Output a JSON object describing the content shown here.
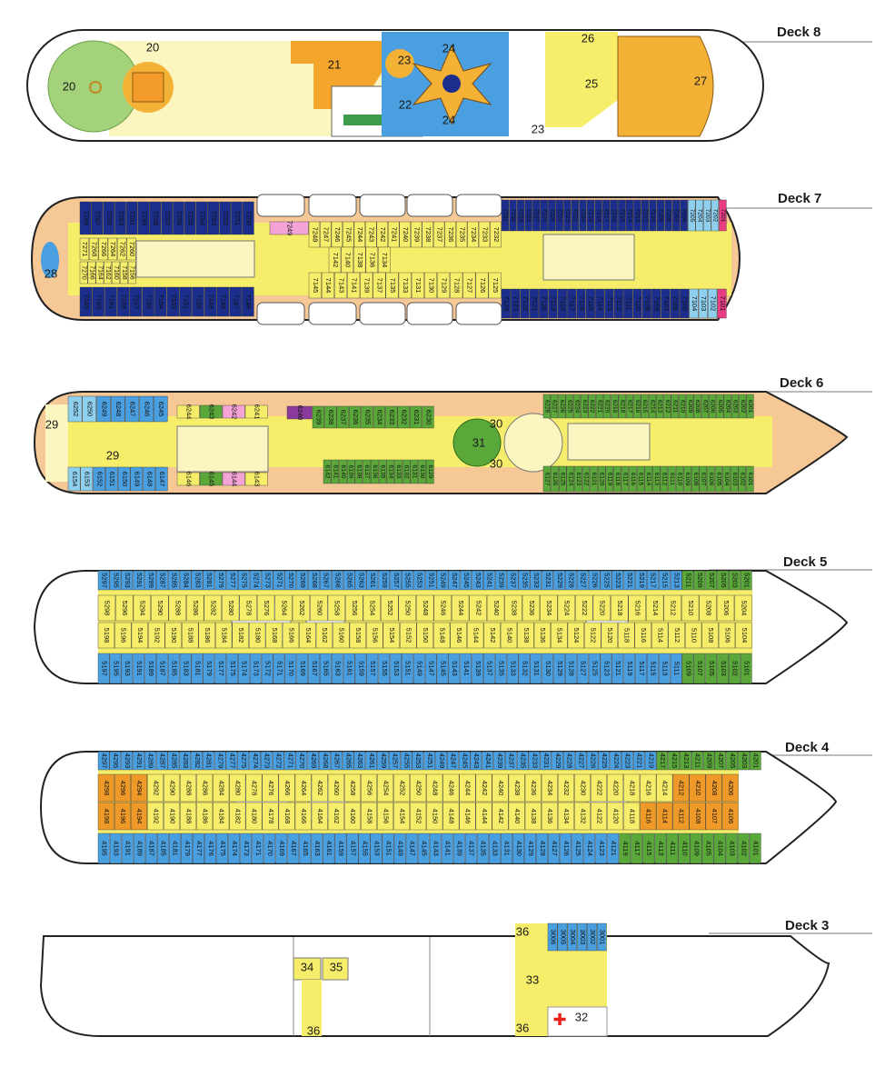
{
  "colors": {
    "yellow": "#f6ee6b",
    "blue": "#4a9fe0",
    "navy": "#1b2e8c",
    "green": "#5aa83a",
    "orange": "#ef9a28",
    "pink": "#f3a3d6",
    "magenta": "#e83c84",
    "lightblue": "#8fd0ef",
    "gold": "#f3b236",
    "grass": "#a3d27a",
    "sand": "#f6c896",
    "cream": "#fbf5c0",
    "purple": "#8a3b9c",
    "white": "#ffffff"
  },
  "decks": {
    "d8": {
      "title": "Deck 8",
      "areas": [
        "20",
        "20",
        "21",
        "22",
        "23",
        "23",
        "24",
        "24",
        "25",
        "26",
        "27"
      ]
    },
    "d7": {
      "title": "Deck 7",
      "area": "28",
      "topA": [
        "7269",
        "7267",
        "7265",
        "7263",
        "7261",
        "7259",
        "7258",
        "7257",
        "7256",
        "7255",
        "7254",
        "7253",
        "7252",
        "7251",
        "7250"
      ],
      "botA": [
        "7165",
        "7163",
        "7161",
        "7159",
        "7157",
        "7155",
        "7154",
        "7153",
        "7151",
        "7150",
        "7149",
        "7148",
        "7147",
        "7146"
      ],
      "innerTopA": [
        "7271",
        "7268",
        "7266",
        "7264",
        "7262",
        "7260"
      ],
      "innerBotA": [
        "7270",
        "7166",
        "7164",
        "7162",
        "7160",
        "7158",
        "7156"
      ],
      "special": "7249",
      "topB": [
        "7248",
        "7247",
        "7246",
        "7245",
        "7244",
        "7243",
        "7242",
        "7241",
        "7240",
        "7239",
        "7238",
        "7237",
        "7236",
        "7235",
        "7234",
        "7233",
        "7232"
      ],
      "innerB": [
        "7142",
        "7140",
        "7138",
        "7136",
        "7134"
      ],
      "botB": [
        "7145",
        "7144",
        "7143",
        "7141",
        "7139",
        "7137",
        "7135",
        "7133",
        "7131",
        "7130",
        "7129",
        "7128",
        "7127",
        "7126",
        "7125"
      ],
      "topC": [
        "7231",
        "7230",
        "7229",
        "7228",
        "7227",
        "7226",
        "7225",
        "7224",
        "7223",
        "7222",
        "7220",
        "7219",
        "7218",
        "7217",
        "7216",
        "7215",
        "7214",
        "7213",
        "7212",
        "7210",
        "7209",
        "7208",
        "7207",
        "7206",
        "7205",
        "7204",
        "7203",
        "7202",
        "7201"
      ],
      "botC": [
        "7124",
        "7123",
        "7122",
        "7121",
        "7120",
        "7119",
        "7118",
        "7117",
        "7116",
        "7115",
        "7114",
        "7113",
        "7112",
        "7111",
        "7110",
        "7109",
        "7108",
        "7107",
        "7106",
        "7105",
        "7104",
        "7103",
        "7102",
        "7101"
      ]
    },
    "d6": {
      "title": "Deck 6",
      "areas": [
        "29",
        "29",
        "30",
        "30",
        "31"
      ],
      "aftTop": [
        "6252",
        "6250",
        "6249",
        "6248",
        "6247",
        "6246",
        "6245"
      ],
      "aftBot": [
        "6154",
        "6153",
        "6152",
        "6151",
        "6150",
        "6149",
        "6148",
        "6147"
      ],
      "midTop": [
        "6244",
        "6243",
        "6242",
        "6241"
      ],
      "midBot": [
        "6146",
        "6145",
        "6144",
        "6143"
      ],
      "special": "6240",
      "fwdTop": [
        "6239",
        "6238",
        "6237",
        "6236",
        "6235",
        "6234",
        "6233",
        "6232",
        "6231",
        "6230"
      ],
      "fwdBot": [
        "6142",
        "6141",
        "6140",
        "6139",
        "6138",
        "6137",
        "6136",
        "6135",
        "6134",
        "6133",
        "6132",
        "6131",
        "6130",
        "6129"
      ],
      "foreTop": [
        "6228",
        "6227",
        "6226",
        "6225",
        "6224",
        "6223",
        "6222",
        "6221",
        "6220",
        "6219",
        "6218",
        "6217",
        "6216",
        "6215",
        "6214",
        "6213",
        "6212",
        "6211",
        "6210",
        "6209",
        "6208",
        "6207",
        "6206",
        "6205",
        "6204",
        "6203",
        "6202",
        "6201"
      ],
      "foreBot": [
        "6127",
        "6126",
        "6125",
        "6124",
        "6123",
        "6122",
        "6121",
        "6120",
        "6119",
        "6118",
        "6117",
        "6116",
        "6115",
        "6114",
        "6113",
        "6112",
        "6111",
        "6110",
        "6109",
        "6108",
        "6107",
        "6106",
        "6105",
        "6104",
        "6103",
        "6102",
        "6101"
      ]
    },
    "d5": {
      "title": "Deck 5",
      "top": [
        "5297",
        "5295",
        "5293",
        "5291",
        "5289",
        "5287",
        "5285",
        "5284",
        "5283",
        "5281",
        "5279",
        "5277",
        "5275",
        "5274",
        "5273",
        "5271",
        "5270",
        "5269",
        "5268",
        "5267",
        "5266",
        "5265",
        "5263",
        "5261",
        "5259",
        "5257",
        "5255",
        "5253",
        "5251",
        "5249",
        "5247",
        "5245",
        "5243",
        "5241",
        "5239",
        "5237",
        "5235",
        "5233",
        "5231",
        "5229",
        "5228",
        "5227",
        "5226",
        "5225",
        "5223",
        "5221",
        "5219",
        "5217",
        "5215",
        "5213",
        "5211",
        "5209",
        "5207",
        "5205",
        "5203",
        "5201"
      ],
      "innerTop": [
        "5298",
        "5296",
        "5294",
        "5290",
        "5288",
        "5286",
        "5282",
        "5280",
        "5278",
        "5276",
        "5264",
        "5262",
        "5260",
        "5258",
        "5256",
        "5254",
        "5252",
        "5250",
        "5248",
        "5246",
        "5244",
        "5242",
        "5240",
        "5238",
        "5236",
        "5234",
        "5224",
        "5222",
        "5220",
        "5218",
        "5216",
        "5214",
        "5212",
        "5210",
        "5208",
        "5206",
        "5204"
      ],
      "innerBot": [
        "5198",
        "5196",
        "5194",
        "5192",
        "5190",
        "5188",
        "5186",
        "5184",
        "5182",
        "5180",
        "5168",
        "5166",
        "5164",
        "5162",
        "5160",
        "5158",
        "5156",
        "5154",
        "5152",
        "5150",
        "5148",
        "5146",
        "5144",
        "5142",
        "5140",
        "5138",
        "5136",
        "5134",
        "5124",
        "5122",
        "5120",
        "5118",
        "5116",
        "5114",
        "5112",
        "5110",
        "5108",
        "5106",
        "5104"
      ],
      "bot": [
        "5197",
        "5195",
        "5193",
        "5191",
        "5189",
        "5187",
        "5185",
        "5183",
        "5181",
        "5179",
        "5177",
        "5175",
        "5174",
        "5173",
        "5172",
        "5171",
        "5170",
        "5169",
        "5167",
        "5165",
        "5163",
        "5161",
        "5159",
        "5157",
        "5155",
        "5153",
        "5151",
        "5149",
        "5147",
        "5145",
        "5143",
        "5141",
        "5139",
        "5137",
        "5135",
        "5133",
        "5132",
        "5131",
        "5130",
        "5129",
        "5128",
        "5127",
        "5125",
        "5123",
        "5121",
        "5119",
        "5117",
        "5115",
        "5113",
        "5111",
        "5109",
        "5107",
        "5105",
        "5103",
        "5102",
        "5101"
      ]
    },
    "d4": {
      "title": "Deck 4",
      "top": [
        "4297",
        "4295",
        "4293",
        "4291",
        "4289",
        "4287",
        "4285",
        "4283",
        "4282",
        "4281",
        "4279",
        "4277",
        "4275",
        "4274",
        "4273",
        "4272",
        "4271",
        "4270",
        "4269",
        "4268",
        "4267",
        "4265",
        "4263",
        "4261",
        "4259",
        "4257",
        "4255",
        "4253",
        "4251",
        "4249",
        "4247",
        "4245",
        "4243",
        "4241",
        "4239",
        "4237",
        "4235",
        "4233",
        "4231",
        "4229",
        "4228",
        "4227",
        "4226",
        "4225",
        "4224",
        "4223",
        "4221",
        "4219",
        "4217",
        "4215",
        "4213",
        "4211",
        "4209",
        "4207",
        "4205",
        "4203",
        "4201"
      ],
      "innerTop": [
        "4298",
        "4296",
        "4294",
        "4292",
        "4290",
        "4288",
        "4286",
        "4284",
        "4280",
        "4278",
        "4276",
        "4266",
        "4264",
        "4262",
        "4260",
        "4258",
        "4256",
        "4254",
        "4252",
        "4250",
        "4248",
        "4246",
        "4244",
        "4242",
        "4240",
        "4238",
        "4236",
        "4234",
        "4232",
        "4230",
        "4222",
        "4220",
        "4218",
        "4216",
        "4214",
        "4212",
        "4210",
        "4208",
        "4206"
      ],
      "innerBot": [
        "4198",
        "4196",
        "4194",
        "4192",
        "4190",
        "4188",
        "4186",
        "4184",
        "4182",
        "4180",
        "4178",
        "4168",
        "4166",
        "4164",
        "4162",
        "4160",
        "4158",
        "4156",
        "4154",
        "4152",
        "4150",
        "4148",
        "4146",
        "4144",
        "4142",
        "4140",
        "4138",
        "4136",
        "4134",
        "4132",
        "4122",
        "4120",
        "4118",
        "4116",
        "4114",
        "4112",
        "4108",
        "4107",
        "4106"
      ],
      "bot": [
        "4195",
        "4193",
        "4191",
        "4189",
        "4187",
        "4185",
        "4181",
        "4179",
        "4177",
        "4176",
        "4175",
        "4174",
        "4173",
        "4171",
        "4170",
        "4169",
        "4167",
        "4165",
        "4163",
        "4161",
        "4159",
        "4157",
        "4155",
        "4153",
        "4151",
        "4149",
        "4147",
        "4145",
        "4143",
        "4141",
        "4139",
        "4137",
        "4135",
        "4133",
        "4131",
        "4130",
        "4129",
        "4128",
        "4127",
        "4126",
        "4125",
        "4124",
        "4123",
        "4121",
        "4119",
        "4117",
        "4115",
        "4113",
        "4111",
        "4110",
        "4109",
        "4105",
        "4104",
        "4103",
        "4102",
        "4101"
      ]
    },
    "d3": {
      "title": "Deck 3",
      "cabins": [
        "3006",
        "3005",
        "3004",
        "3003",
        "3002",
        "3001"
      ],
      "areas": [
        "34",
        "35",
        "36",
        "36",
        "36",
        "33",
        "32"
      ]
    }
  }
}
